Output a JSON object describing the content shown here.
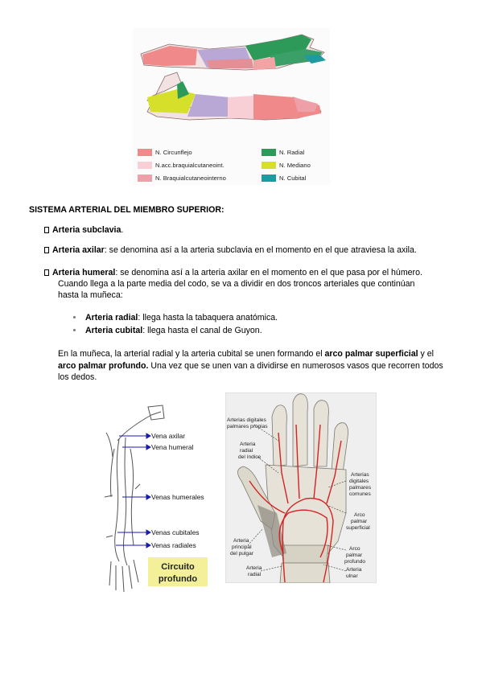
{
  "legend": {
    "items": [
      {
        "label": "N. Circunflejo",
        "color": "#f08a8a"
      },
      {
        "label": "N.acc.braquialcutaneoint.",
        "color": "#f9cfd6"
      },
      {
        "label": "N. Braquialcutaneointerno",
        "color": "#eea0a8"
      },
      {
        "label": "N. Radial",
        "color": "#2e9a5a"
      },
      {
        "label": "N. Mediano",
        "color": "#d6df2a"
      },
      {
        "label": "N. Cubital",
        "color": "#1f9aa0"
      }
    ]
  },
  "section_title": "SISTEMA ARTERIAL DEL MIEMBRO SUPERIOR:",
  "items": {
    "subclavia": {
      "term": "Arteria subclavia",
      "rest": "."
    },
    "axilar": {
      "term": "Arteria axilar",
      "rest": ": se denomina así a la arteria subclavia en el momento en el que atraviesa la axila."
    },
    "humeral": {
      "term": "Arteria humeral",
      "rest": ": se denomina así a la arteria axilar en el momento en el que pasa por el húmero.",
      "line2": "Cuando llega a la parte media del codo, se va a dividir en dos troncos arteriales que continúan",
      "line3": "hasta la muñeca:"
    },
    "radial": {
      "term": "Arteria radial",
      "rest": ": llega hasta la tabaquera anatómica."
    },
    "cubital": {
      "term": "Arteria cubital",
      "rest": ": llega hasta el canal de Guyon."
    }
  },
  "paragraph": {
    "p1": "En la muñeca, la arterial radial y la arteria cubital se unen formando el ",
    "b1": "arco palmar superficial",
    "p2": " y el",
    "b2": "arco palmar profundo.",
    "p3": " Una vez que se unen van a dividirse en numerosos vasos que recorren todos",
    "p4": "los dedos."
  },
  "veins_figure": {
    "labels": [
      "Vena axilar",
      "Vena humeral",
      "Venas humerales",
      "Venas cubitales",
      "Venas radiales"
    ],
    "box_line1": "Circuito",
    "box_line2": "profundo"
  },
  "hand_figure": {
    "labels": {
      "digitales_propias_1": "Arterias digitales",
      "digitales_propias_2": "palmares propias",
      "radial_indice_1": "Arteria",
      "radial_indice_2": "radial",
      "radial_indice_3": "del índice",
      "digitales_comunes_1": "Arterias",
      "digitales_comunes_2": "digitales",
      "digitales_comunes_3": "palmares",
      "digitales_comunes_4": "comunes",
      "arco_sup_1": "Arco",
      "arco_sup_2": "palmar",
      "arco_sup_3": "superficial",
      "principal_pulgar_1": "Arteria",
      "principal_pulgar_2": "principal",
      "principal_pulgar_3": "del pulgar",
      "arco_prof_1": "Arco",
      "arco_prof_2": "palmar",
      "arco_prof_3": "profundo",
      "arteria_radial_1": "Arteria",
      "arteria_radial_2": "radial",
      "arteria_ulnar_1": "Arteria",
      "arteria_ulnar_2": "ulnar"
    }
  }
}
